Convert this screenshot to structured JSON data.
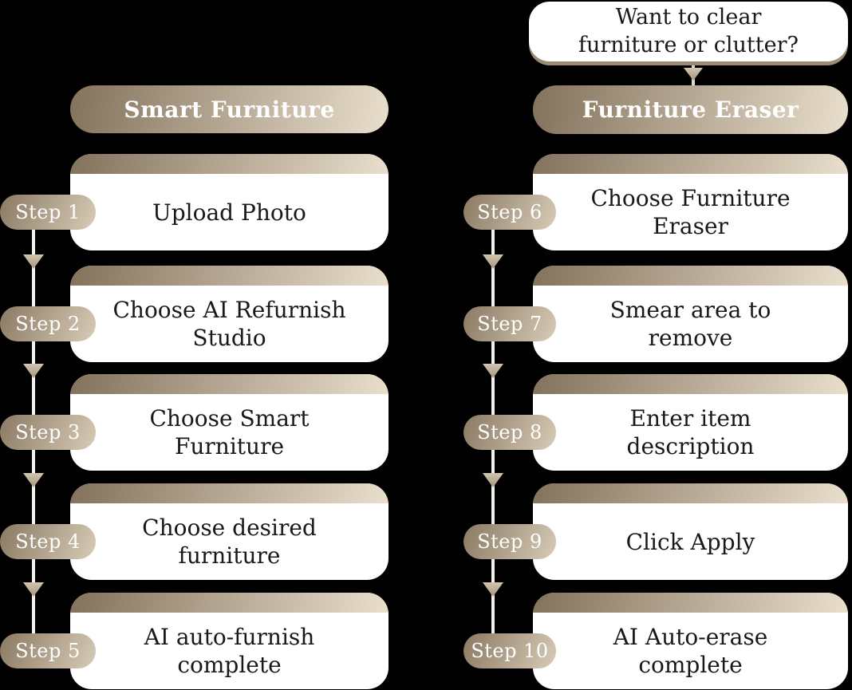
{
  "canvas": {
    "background": "#000000"
  },
  "colors": {
    "taupe_dark": "#83725c",
    "taupe_light": "#e9dfcc",
    "card_background": "#ffffff",
    "text_dark": "#1b1917",
    "text_light": "#ffffff",
    "connector_line": "#f3f1ec",
    "arrowhead_fill": "#b9ab94",
    "bubble_shadow": "#9d8c74"
  },
  "bubble": {
    "text": "Want to clear\nfurniture or clutter?"
  },
  "columns": [
    {
      "header": "Smart Furniture",
      "steps": [
        {
          "label": "Step 1",
          "text": "Upload Photo"
        },
        {
          "label": "Step 2",
          "text": "Choose AI Refurnish\nStudio"
        },
        {
          "label": "Step 3",
          "text": "Choose Smart\nFurniture"
        },
        {
          "label": "Step 4",
          "text": "Choose desired\nfurniture"
        },
        {
          "label": "Step 5",
          "text": "AI auto-furnish\ncomplete"
        }
      ]
    },
    {
      "header": "Furniture Eraser",
      "steps": [
        {
          "label": "Step 6",
          "text": "Choose Furniture\nEraser"
        },
        {
          "label": "Step 7",
          "text": "Smear area to\nremove"
        },
        {
          "label": "Step 8",
          "text": "Enter item\ndescription"
        },
        {
          "label": "Step 9",
          "text": "Click Apply"
        },
        {
          "label": "Step 10",
          "text": "AI Auto-erase\ncomplete"
        }
      ]
    }
  ]
}
